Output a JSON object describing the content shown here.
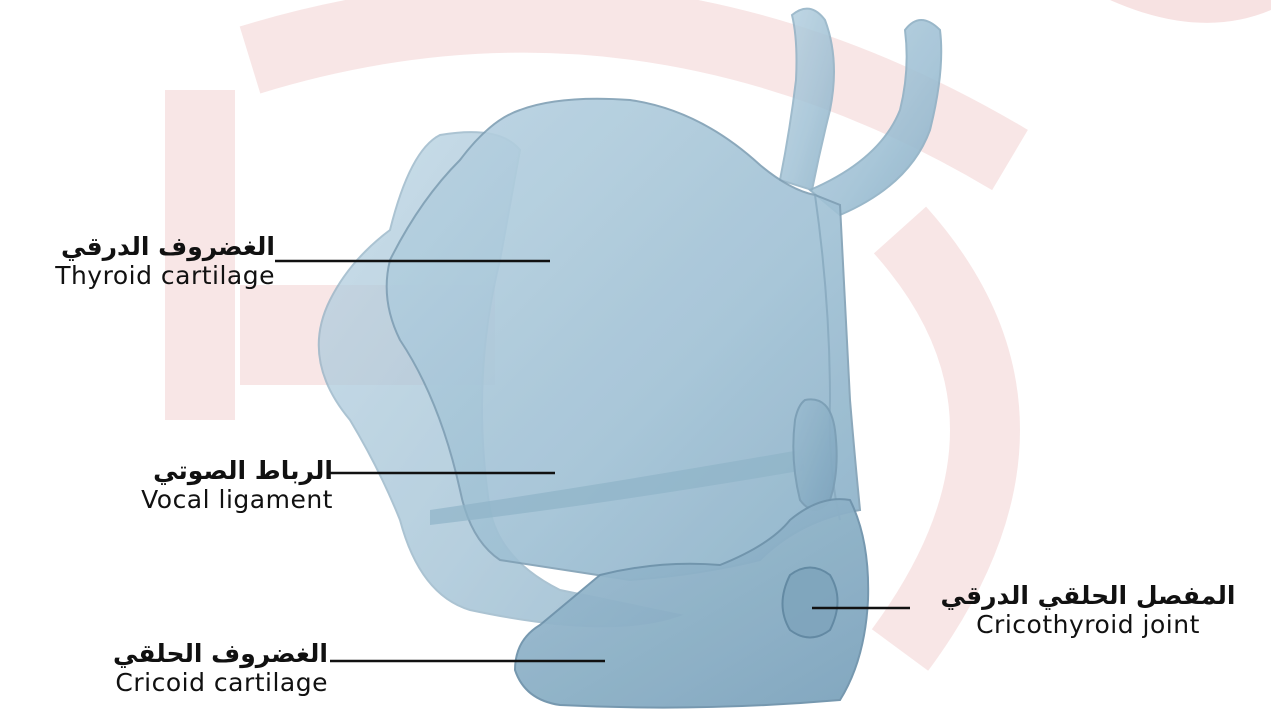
{
  "labels": {
    "thyroid": {
      "ar": "الغضروف الدرقي",
      "en": "Thyroid cartilage"
    },
    "vocal": {
      "ar": "الرباط الصوتي",
      "en": "Vocal ligament"
    },
    "cricoid": {
      "ar": "الغضروف الحلقي",
      "en": "Cricoid cartilage"
    },
    "joint": {
      "ar": "المفصل الحلقي الدرقي",
      "en": "Cricothyroid joint"
    }
  },
  "colors": {
    "watermark": "#f6dede",
    "cartilage_fill": "#a9c6d8",
    "cartilage_stroke": "#7f9fb4",
    "leader": "#111111"
  }
}
